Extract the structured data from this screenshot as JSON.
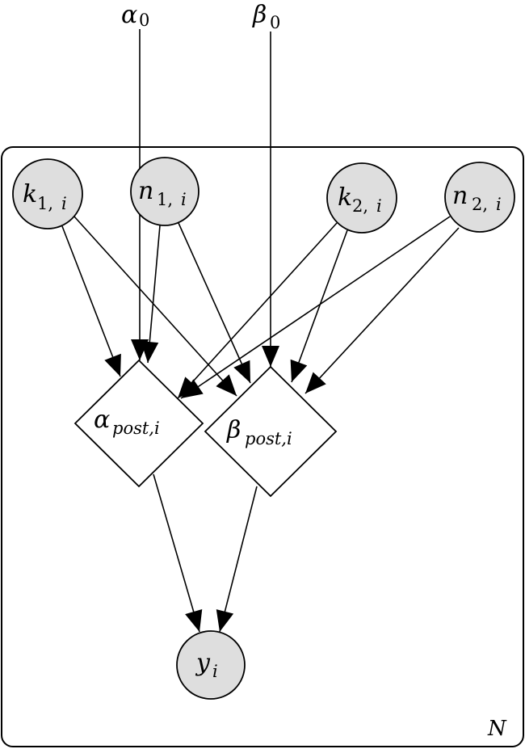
{
  "diagram": {
    "type": "probabilistic-graphical-model",
    "plate": {
      "label": "N"
    },
    "hyperparameters": [
      {
        "id": "alpha0",
        "symbol": "α",
        "subscript": "0"
      },
      {
        "id": "beta0",
        "symbol": "β",
        "subscript": "0"
      }
    ],
    "nodes": [
      {
        "id": "k1",
        "symbol": "k",
        "subscript_num": "1,",
        "subscript_idx": "i",
        "shape": "circle",
        "observed": true
      },
      {
        "id": "n1",
        "symbol": "n",
        "subscript_num": "1,",
        "subscript_idx": "i",
        "shape": "circle",
        "observed": true
      },
      {
        "id": "k2",
        "symbol": "k",
        "subscript_num": "2,",
        "subscript_idx": "i",
        "shape": "circle",
        "observed": true
      },
      {
        "id": "n2",
        "symbol": "n",
        "subscript_num": "2,",
        "subscript_idx": "i",
        "shape": "circle",
        "observed": true
      },
      {
        "id": "alpha_post",
        "symbol": "α",
        "subscript": "post,i",
        "shape": "diamond",
        "observed": false
      },
      {
        "id": "beta_post",
        "symbol": "β",
        "subscript": "post,i",
        "shape": "diamond",
        "observed": false
      },
      {
        "id": "y",
        "symbol": "y",
        "subscript_idx": "i",
        "shape": "circle",
        "observed": true
      }
    ],
    "edges": [
      {
        "from": "alpha0",
        "to": "alpha_post"
      },
      {
        "from": "beta0",
        "to": "beta_post"
      },
      {
        "from": "k1",
        "to": "alpha_post"
      },
      {
        "from": "k1",
        "to": "beta_post"
      },
      {
        "from": "n1",
        "to": "alpha_post"
      },
      {
        "from": "n1",
        "to": "beta_post"
      },
      {
        "from": "k2",
        "to": "alpha_post"
      },
      {
        "from": "k2",
        "to": "beta_post"
      },
      {
        "from": "n2",
        "to": "alpha_post"
      },
      {
        "from": "n2",
        "to": "beta_post"
      },
      {
        "from": "alpha_post",
        "to": "y"
      },
      {
        "from": "beta_post",
        "to": "y"
      }
    ],
    "colors": {
      "observed_fill": "#dedede",
      "latent_fill": "#ffffff",
      "stroke": "#000000"
    }
  }
}
